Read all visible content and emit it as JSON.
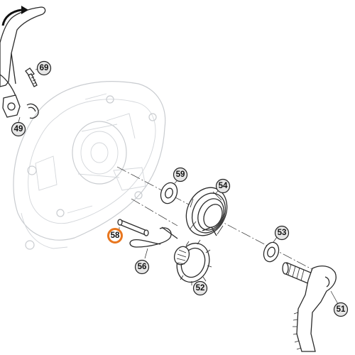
{
  "highlight_color": "#e8761e",
  "callouts": [
    {
      "id": "c69",
      "label": "69",
      "highlighted": false
    },
    {
      "id": "c49",
      "label": "49",
      "highlighted": false
    },
    {
      "id": "c59",
      "label": "59",
      "highlighted": false
    },
    {
      "id": "c54",
      "label": "54",
      "highlighted": false
    },
    {
      "id": "c58",
      "label": "58",
      "highlighted": true
    },
    {
      "id": "c53",
      "label": "53",
      "highlighted": false
    },
    {
      "id": "c56",
      "label": "56",
      "highlighted": false
    },
    {
      "id": "c52",
      "label": "52",
      "highlighted": false
    },
    {
      "id": "c51",
      "label": "51",
      "highlighted": false
    }
  ]
}
